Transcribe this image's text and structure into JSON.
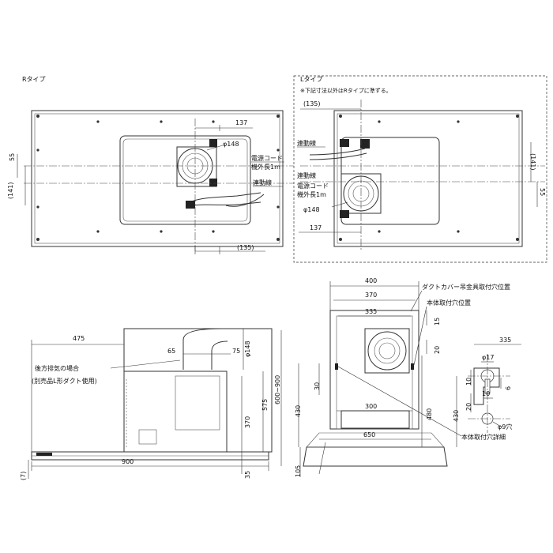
{
  "r_type": {
    "title": "Rタイプ",
    "dims": {
      "d137": "137",
      "d148": "φ148",
      "d55": "55",
      "d141": "(141)",
      "d135": "(135)"
    },
    "labels": {
      "power_cord": "電源コード",
      "cord_length": "機外長1m",
      "interlock_wire": "連動線"
    }
  },
  "l_type": {
    "title": "Lタイプ",
    "note": "※下記寸法以外はRタイプに準ずる。",
    "dims": {
      "d135": "(135)",
      "d141": "(141)",
      "d55": "55",
      "d137": "137",
      "d148": "φ148"
    },
    "labels": {
      "interlock_wire_top": "連動線",
      "power_cord": "電源コード",
      "cord_length": "機外長1m",
      "interlock_wire": "連動線"
    }
  },
  "side_view": {
    "dims": {
      "d475": "475",
      "d65": "65",
      "d75": "75",
      "d148": "φ148",
      "d600_900": "600~900",
      "d575": "575",
      "d370": "370",
      "d900": "900",
      "d7": "(7)",
      "d35": "35"
    },
    "labels": {
      "rear_exhaust": "後方排気の場合",
      "l_duct": "(別売品L形ダクト使用)"
    }
  },
  "front_view": {
    "dims": {
      "d400": "400",
      "d370": "370",
      "d335": "335",
      "d15": "15",
      "d20": "20",
      "d30": "30",
      "d430": "430",
      "d480": "480",
      "d300": "300",
      "d650": "650",
      "d105": "105"
    },
    "labels": {
      "duct_cover_holes": "ダクトカバー吊金具取付穴位置",
      "body_holes": "本体取付穴位置",
      "hole_detail": "本体取付穴詳細"
    }
  },
  "detail_view": {
    "dims": {
      "d335": "335",
      "d17": "φ17",
      "d10a": "10",
      "d6": "6",
      "d10b": "10",
      "d20": "20",
      "d430": "430",
      "d9": "φ9穴"
    }
  }
}
